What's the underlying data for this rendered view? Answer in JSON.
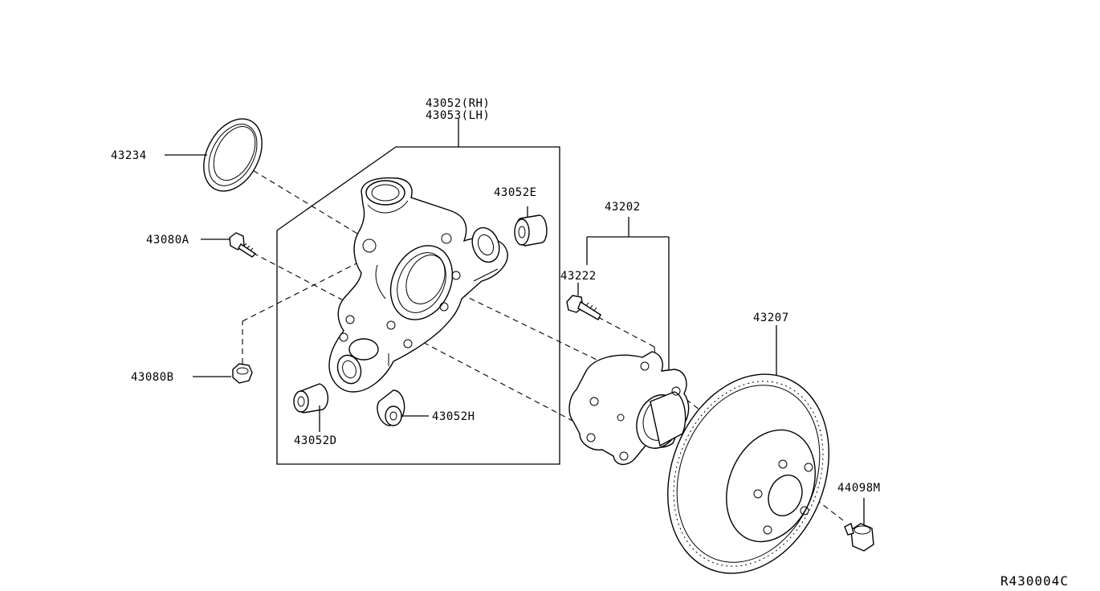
{
  "labels": {
    "knuckle_rh": "43052(RH)",
    "knuckle_lh": "43053(LH)",
    "seal": "43234",
    "bush_e": "43052E",
    "bolt_a": "43080A",
    "nut_b": "43080B",
    "bush_d": "43052D",
    "bush_h": "43052H",
    "hub": "43202",
    "stud": "43222",
    "rotor": "43207",
    "plug": "44098M"
  },
  "reference_code": "R430004C"
}
